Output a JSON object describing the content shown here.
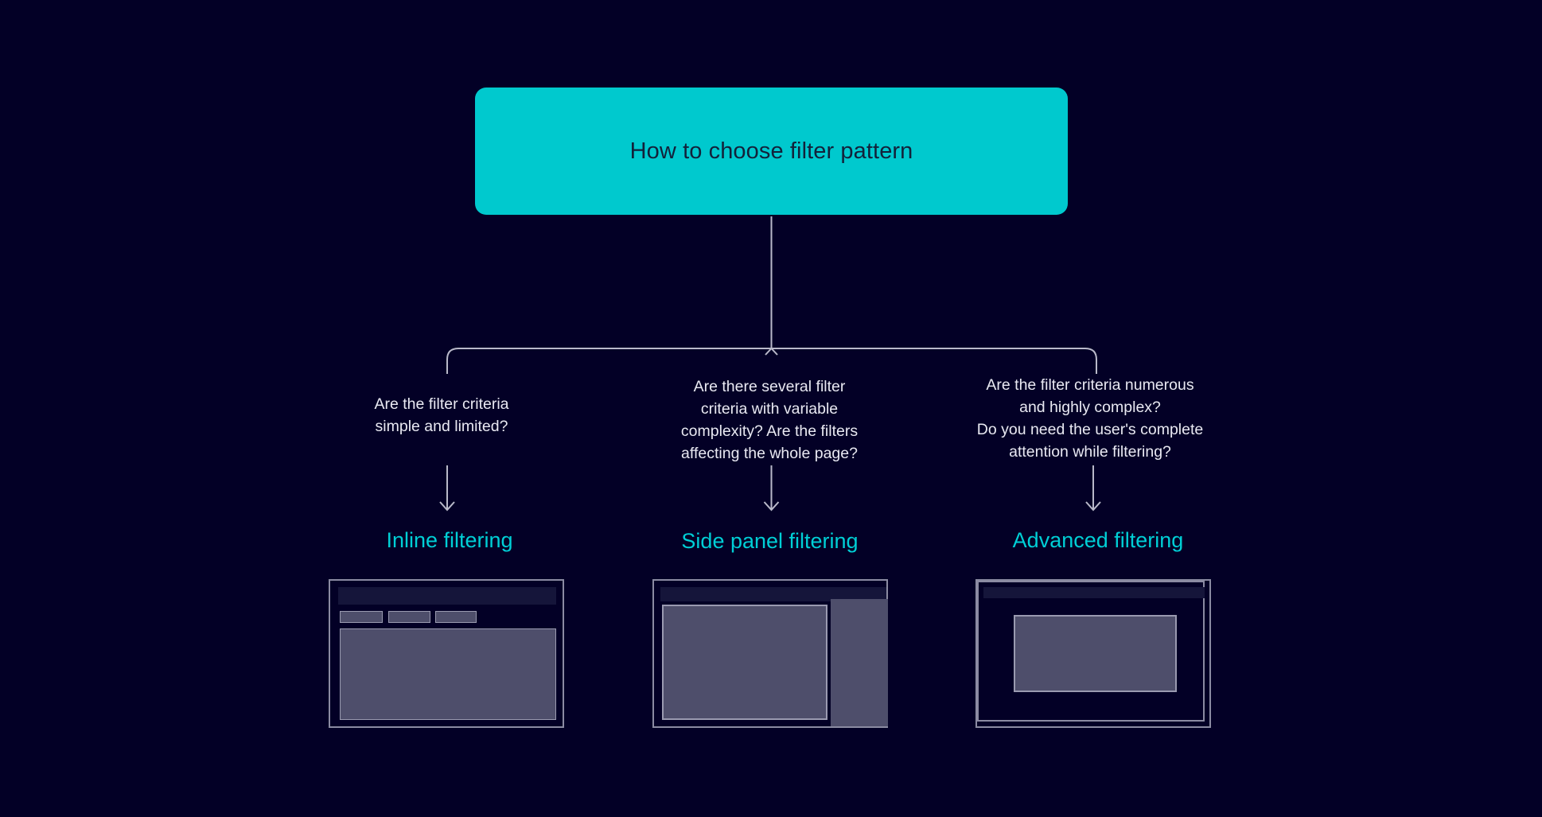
{
  "theme": {
    "background": "#030026",
    "accent_teal": "#00c9ce",
    "outcome_cyan": "#00cfd6",
    "text_light": "#e9e9f2",
    "root_text": "#13213a",
    "connector": "#b9b9c9",
    "mockup_border": "#8b8ba2",
    "mockup_fill": "#4e4e6b",
    "mockup_header": "#15153a"
  },
  "diagram": {
    "type": "decision-tree",
    "root": {
      "label": "How to choose filter pattern"
    },
    "branches": [
      {
        "id": "inline",
        "question": "Are the filter criteria\nsimple and limited?",
        "outcome": "Inline filtering",
        "mockup_name": "inline-filtering-mockup"
      },
      {
        "id": "side-panel",
        "question": "Are there several filter\ncriteria with variable\ncomplexity? Are the filters\naffecting the whole page?",
        "outcome": "Side panel filtering",
        "mockup_name": "side-panel-filtering-mockup"
      },
      {
        "id": "advanced",
        "question": "Are the filter criteria numerous\nand highly complex?\nDo you need the user's complete\nattention while filtering?",
        "outcome": "Advanced filtering",
        "mockup_name": "advanced-filtering-mockup"
      }
    ]
  }
}
